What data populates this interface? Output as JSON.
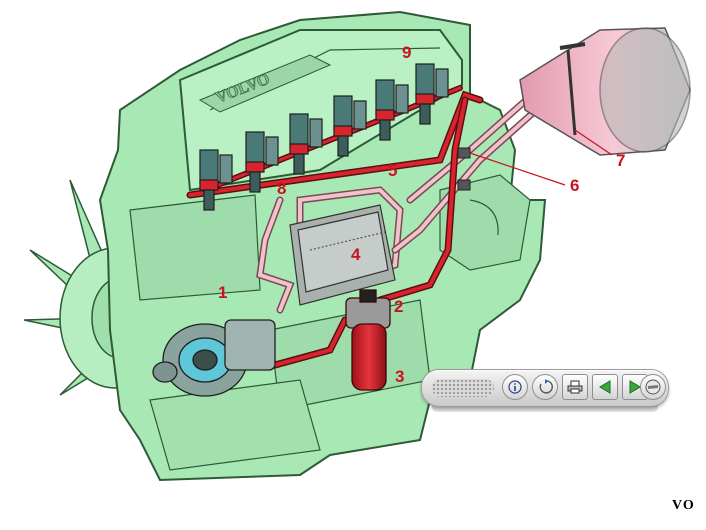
{
  "diagram": {
    "engine_badge_text": "VOLVO",
    "callouts": [
      "1",
      "2",
      "3",
      "4",
      "5",
      "6",
      "7",
      "8",
      "9"
    ],
    "colors": {
      "engine": "#a8e8b4",
      "engine_outline": "#2e5a36",
      "pressure_line": "#d9232d",
      "return_line": "#f2c2cc",
      "tank": "#f4b3c6",
      "callout_text": "#c8141e"
    }
  },
  "toolbar": {
    "buttons": [
      {
        "name": "info-button",
        "icon": "info-icon"
      },
      {
        "name": "replay-button",
        "icon": "replay-icon"
      },
      {
        "name": "print-button",
        "icon": "printer-icon"
      },
      {
        "name": "previous-button",
        "icon": "arrow-left-icon"
      },
      {
        "name": "next-button",
        "icon": "arrow-right-icon"
      },
      {
        "name": "exit-button",
        "icon": "exit-icon"
      }
    ]
  },
  "brand": {
    "text": "VO"
  }
}
